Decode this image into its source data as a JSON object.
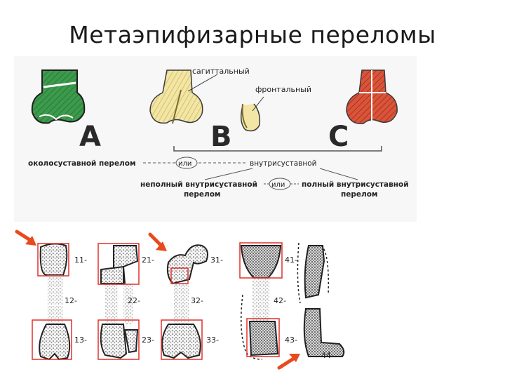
{
  "title": "Метаэпифизарные переломы",
  "top_panel": {
    "labels": {
      "sagittal": "сагиттальный",
      "frontal": "фронтальный",
      "A": "A",
      "B": "B",
      "C": "C",
      "extra_articular": "околосуставной перелом",
      "or1": "или",
      "intra_articular": "внутрисуставной",
      "partial_line1": "неполный внутрисуставной",
      "partial_line2": "перелом",
      "or2": "или",
      "complete_line1": "полный внутрисуставной",
      "complete_line2": "перелом"
    },
    "colors": {
      "type_a": "#2e8b3e",
      "type_b": "#e8d98a",
      "type_c": "#c8402a"
    }
  },
  "bottom_panel": {
    "segment_labels": [
      "11-",
      "12-",
      "13-",
      "21-",
      "22-",
      "23-",
      "31-",
      "32-",
      "33-",
      "41-",
      "42-",
      "43-",
      "44-"
    ],
    "highlight_color": "#e0302a",
    "arrow_color": "#e84a1e"
  }
}
